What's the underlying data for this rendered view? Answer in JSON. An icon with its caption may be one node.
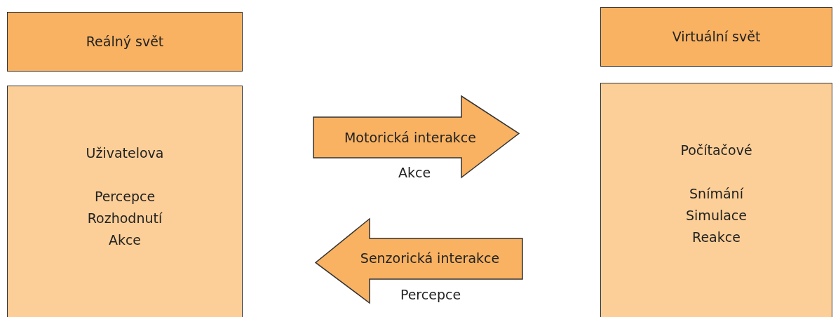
{
  "diagram": {
    "nodes": [
      {
        "text": [
          "Reálný svět"
        ]
      },
      {
        "text": [
          "Uživatelova",
          "Percepce Rozhodnutí Akce"
        ]
      },
      {
        "text": [
          "Virtuální svět"
        ]
      },
      {
        "text": [
          "Počítačové",
          "Snímání Simulace Reakce"
        ]
      },
      {
        "text": [
          "Motorická interakce"
        ],
        "beside": [
          "Akce"
        ]
      },
      {
        "text": [
          "Senzorická interakce"
        ],
        "beside": [
          "Percepce"
        ]
      }
    ]
  }
}
